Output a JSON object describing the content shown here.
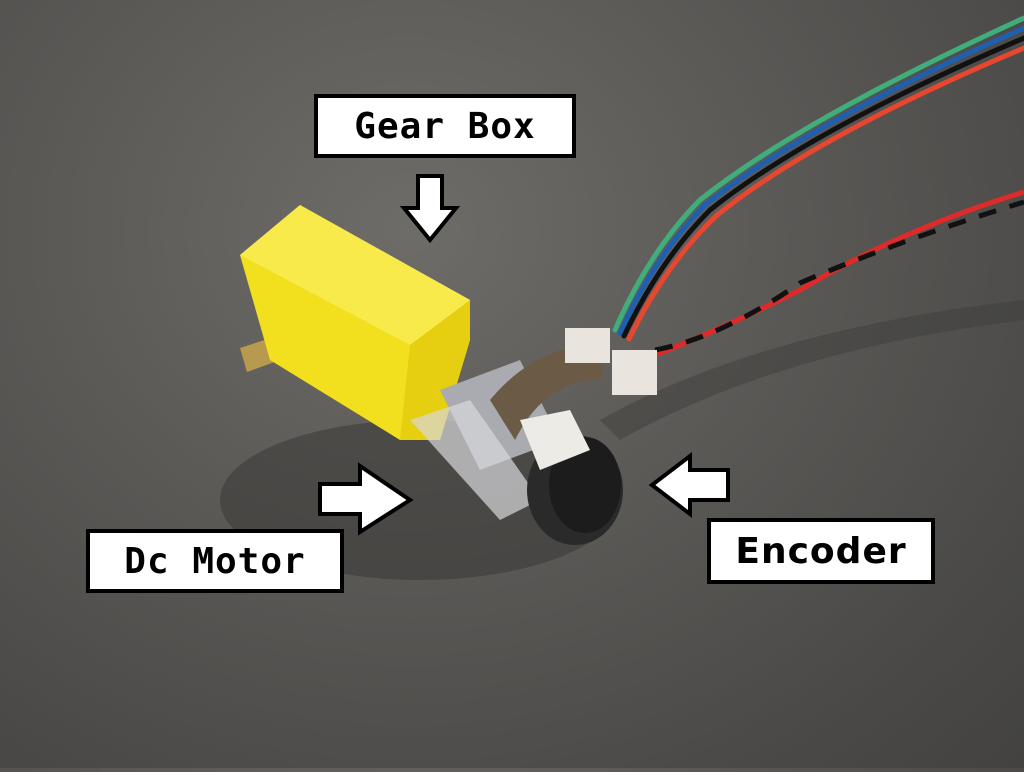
{
  "image": {
    "description": "Photo of a yellow DC gear motor with a magnetic encoder on a dark gray surface, with annotated labels",
    "background_color": "#5a5855"
  },
  "labels": {
    "gear_box": "Gear Box",
    "dc_motor": "Dc Motor",
    "encoder": "Encoder"
  },
  "components": {
    "gearbox_color": "#f2df1e",
    "motor_can_color": "#a9abb0",
    "encoder_magnet_color": "#2a2a2a",
    "shaft_color": "#b89a4e"
  },
  "wires": {
    "encoder_bundle": [
      "#3fae7a",
      "#1f5fb0",
      "#111111",
      "#e8462e"
    ],
    "motor_pair": [
      "#e02a2a",
      "#111111"
    ]
  }
}
